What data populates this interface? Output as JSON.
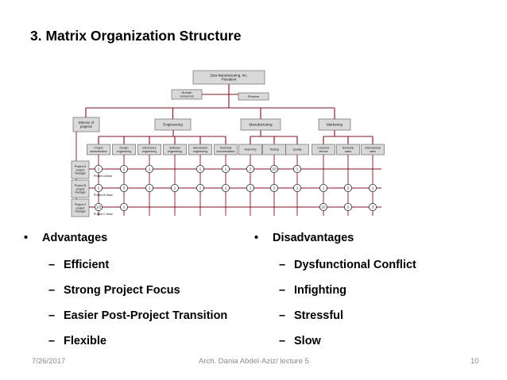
{
  "slide": {
    "title": "3. Matrix Organization Structure"
  },
  "org_chart": {
    "top": [
      "Zeta Manufacturing, Inc.",
      "President"
    ],
    "staff": [
      [
        "Human",
        "resources"
      ],
      [
        "Finance"
      ]
    ],
    "director": [
      "Director of",
      "projects"
    ],
    "departments": [
      "Engineering",
      "Manufacturing",
      "Marketing"
    ],
    "functions": [
      [
        "Project",
        "administration"
      ],
      [
        "Design",
        "engineering"
      ],
      [
        "Electronics",
        "engineering"
      ],
      [
        "Software",
        "engineering"
      ],
      [
        "Mechanical",
        "engineering"
      ],
      [
        "Technical",
        "documentation"
      ],
      [
        "Assembly"
      ],
      [
        "Testing"
      ],
      [
        "Quality"
      ],
      [
        "Customer",
        "service"
      ],
      [
        "Domestic",
        "sales"
      ],
      [
        "International",
        "sales"
      ]
    ],
    "projects": [
      {
        "label": [
          "Project A",
          "project",
          "manager"
        ],
        "team": "Project A team",
        "counts": [
          "1",
          "2",
          "1",
          "",
          "2",
          "1",
          "2",
          "10",
          "1",
          "",
          "",
          ""
        ]
      },
      {
        "label": [
          "Project B",
          "project",
          "manager"
        ],
        "team": "Project B team",
        "counts": [
          "1",
          "3",
          "1",
          "1",
          "1",
          "1",
          "1",
          "1",
          "1",
          "1",
          "2",
          "1"
        ]
      },
      {
        "label": [
          "Project C",
          "project",
          "manager"
        ],
        "team": "Project C team",
        "counts": [
          "1/2",
          "1",
          "",
          "",
          "",
          "",
          "",
          "",
          "",
          "10",
          "2",
          "3"
        ]
      }
    ]
  },
  "advantages": {
    "heading": "Advantages",
    "items": [
      "Efficient",
      "Strong Project Focus",
      "Easier Post-Project Transition",
      "Flexible"
    ]
  },
  "disadvantages": {
    "heading": "Disadvantages",
    "items": [
      "Dysfunctional Conflict",
      "Infighting",
      "Stressful",
      "Slow"
    ]
  },
  "footer": {
    "date": "7/26/2017",
    "author": "Arch. Dania Abdel-Aziz/ lecture 5",
    "page": "10"
  }
}
